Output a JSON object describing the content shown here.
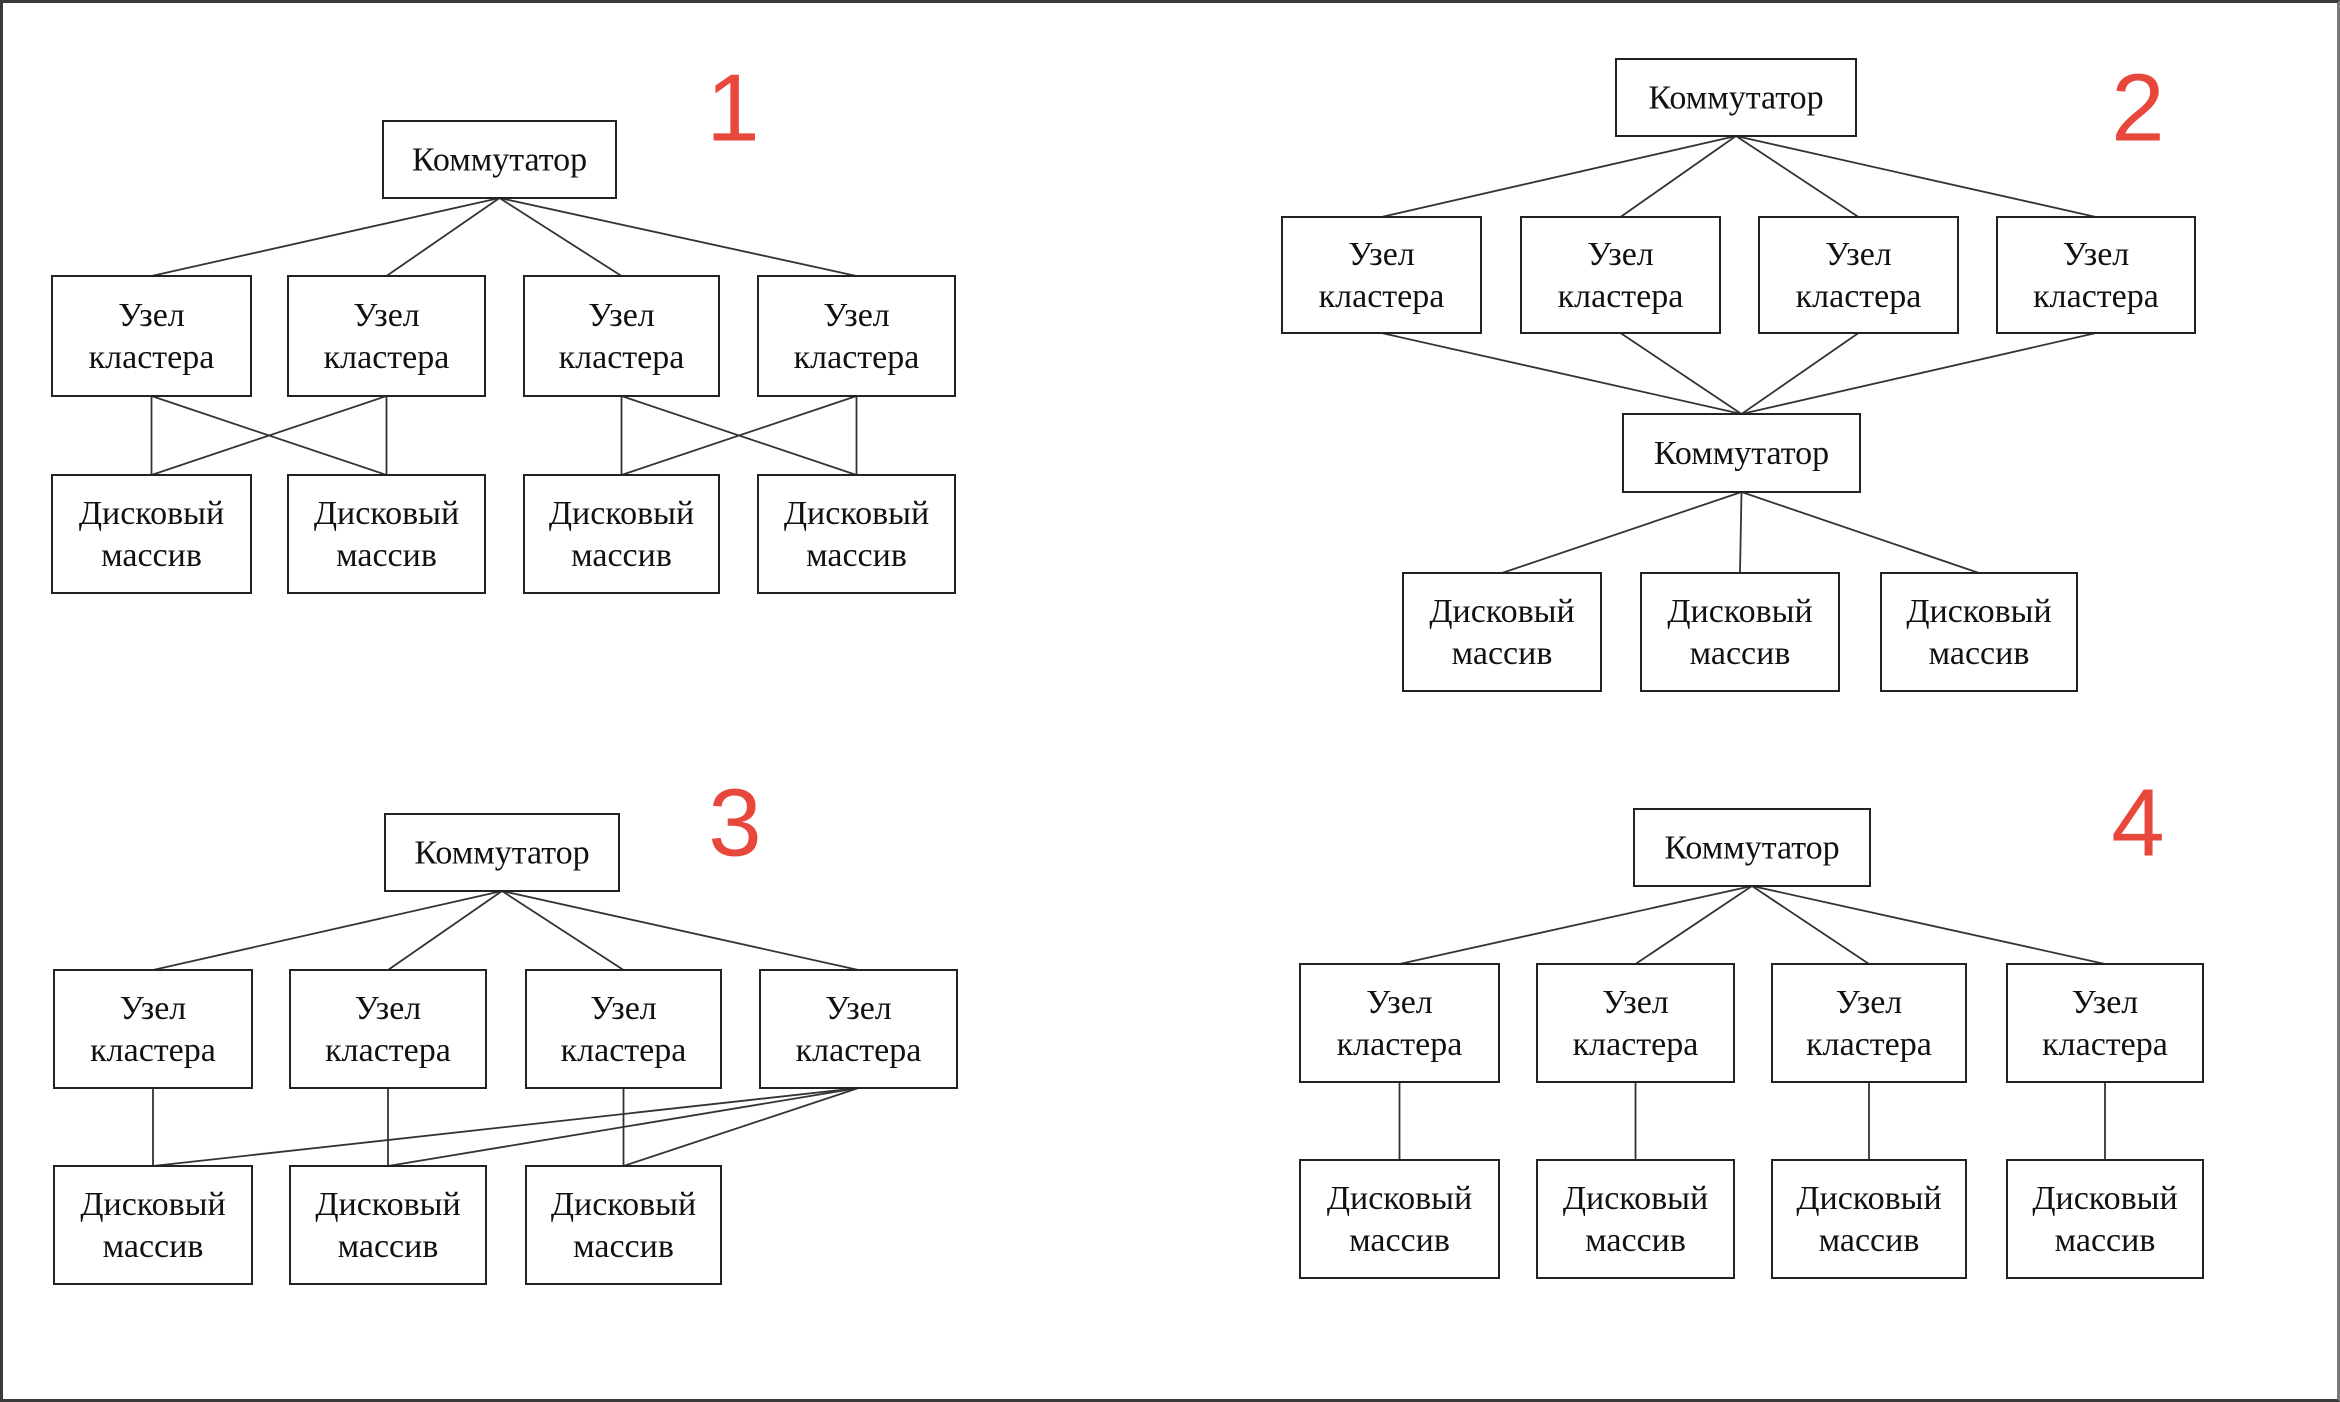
{
  "labels": {
    "switch": "Коммутатор",
    "node": [
      "Узел",
      "кластера"
    ],
    "disk": [
      "Дисковый",
      "массив"
    ]
  },
  "colors": {
    "number": "#e8483b",
    "line": "#333333"
  },
  "diagrams": [
    {
      "number": "1",
      "switches": [
        "s"
      ],
      "nodes": [
        "n1",
        "n2",
        "n3",
        "n4"
      ],
      "disks": [
        "d1",
        "d2",
        "d3",
        "d4"
      ],
      "edges": [
        [
          "s",
          "n1"
        ],
        [
          "s",
          "n2"
        ],
        [
          "s",
          "n3"
        ],
        [
          "s",
          "n4"
        ],
        [
          "n1",
          "d1"
        ],
        [
          "n1",
          "d2"
        ],
        [
          "n2",
          "d1"
        ],
        [
          "n2",
          "d2"
        ],
        [
          "n3",
          "d3"
        ],
        [
          "n3",
          "d4"
        ],
        [
          "n4",
          "d3"
        ],
        [
          "n4",
          "d4"
        ]
      ]
    },
    {
      "number": "2",
      "switches": [
        "s1",
        "s2"
      ],
      "nodes": [
        "n1",
        "n2",
        "n3",
        "n4"
      ],
      "disks": [
        "d1",
        "d2",
        "d3"
      ],
      "edges": [
        [
          "s1",
          "n1"
        ],
        [
          "s1",
          "n2"
        ],
        [
          "s1",
          "n3"
        ],
        [
          "s1",
          "n4"
        ],
        [
          "n1",
          "s2"
        ],
        [
          "n2",
          "s2"
        ],
        [
          "n3",
          "s2"
        ],
        [
          "n4",
          "s2"
        ],
        [
          "s2",
          "d1"
        ],
        [
          "s2",
          "d2"
        ],
        [
          "s2",
          "d3"
        ]
      ]
    },
    {
      "number": "3",
      "switches": [
        "s"
      ],
      "nodes": [
        "n1",
        "n2",
        "n3",
        "n4"
      ],
      "disks": [
        "d1",
        "d2",
        "d3"
      ],
      "edges": [
        [
          "s",
          "n1"
        ],
        [
          "s",
          "n2"
        ],
        [
          "s",
          "n3"
        ],
        [
          "s",
          "n4"
        ],
        [
          "n1",
          "d1"
        ],
        [
          "n2",
          "d2"
        ],
        [
          "n3",
          "d3"
        ],
        [
          "n4",
          "d1"
        ],
        [
          "n4",
          "d2"
        ],
        [
          "n4",
          "d3"
        ]
      ]
    },
    {
      "number": "4",
      "switches": [
        "s"
      ],
      "nodes": [
        "n1",
        "n2",
        "n3",
        "n4"
      ],
      "disks": [
        "d1",
        "d2",
        "d3",
        "d4"
      ],
      "edges": [
        [
          "s",
          "n1"
        ],
        [
          "s",
          "n2"
        ],
        [
          "s",
          "n3"
        ],
        [
          "s",
          "n4"
        ],
        [
          "n1",
          "d1"
        ],
        [
          "n2",
          "d2"
        ],
        [
          "n3",
          "d3"
        ],
        [
          "n4",
          "d4"
        ]
      ]
    }
  ]
}
